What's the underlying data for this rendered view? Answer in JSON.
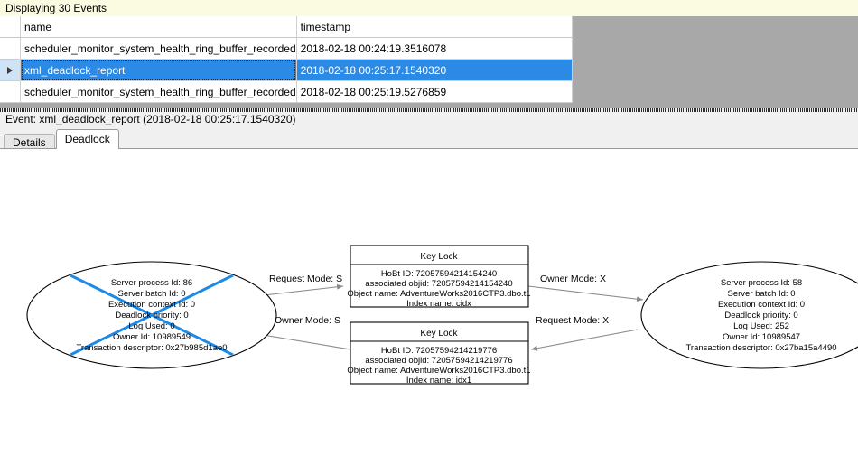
{
  "status_bar": {
    "text": "Displaying 30 Events"
  },
  "grid": {
    "columns": [
      {
        "key": "selector",
        "label": ""
      },
      {
        "key": "name",
        "label": "name"
      },
      {
        "key": "timestamp",
        "label": "timestamp"
      }
    ],
    "rows": [
      {
        "selected": false,
        "indicator": "",
        "name": "scheduler_monitor_system_health_ring_buffer_recorded",
        "timestamp": "2018-02-18 00:24:19.3516078"
      },
      {
        "selected": true,
        "indicator": "row-selector-arrow",
        "name": "xml_deadlock_report",
        "timestamp": "2018-02-18 00:25:17.1540320"
      },
      {
        "selected": false,
        "indicator": "",
        "name": "scheduler_monitor_system_health_ring_buffer_recorded",
        "timestamp": "2018-02-18 00:25:19.5276859"
      }
    ],
    "selection_color": "#2a8ae6",
    "selection_text_color": "#ffffff"
  },
  "detail": {
    "caption": "Event: xml_deadlock_report (2018-02-18 00:25:17.1540320)",
    "tabs": [
      {
        "label": "Details",
        "active": false
      },
      {
        "label": "Deadlock",
        "active": true
      }
    ]
  },
  "deadlock_graph": {
    "victim_color": "#1e8ae8",
    "processes": [
      {
        "id": "process-left",
        "is_victim": true,
        "lines": [
          "Server process Id: 86",
          "Server batch Id: 0",
          "Execution context Id: 0",
          "Deadlock priority: 0",
          "Log Used: 0",
          "Owner Id: 10989549",
          "Transaction descriptor: 0x27b985d1ae0"
        ]
      },
      {
        "id": "process-right",
        "is_victim": false,
        "lines": [
          "Server process Id: 58",
          "Server batch Id: 0",
          "Execution context Id: 0",
          "Deadlock priority: 0",
          "Log Used: 252",
          "Owner Id: 10989547",
          "Transaction descriptor: 0x27ba15a4490"
        ]
      }
    ],
    "resources": [
      {
        "id": "keylock-top",
        "title": "Key Lock",
        "lines": [
          "HoBt ID: 72057594214154240",
          "associated objid: 72057594214154240",
          "Object name: AdventureWorks2016CTP3.dbo.t1",
          "Index name: cidx"
        ]
      },
      {
        "id": "keylock-bottom",
        "title": "Key Lock",
        "lines": [
          "HoBt ID: 72057594214219776",
          "associated objid: 72057594214219776",
          "Object name: AdventureWorks2016CTP3.dbo.t1",
          "Index name: idx1"
        ]
      }
    ],
    "edges": [
      {
        "id": "edge-left-request",
        "label": "Request Mode: S",
        "from": "process-left",
        "to": "keylock-top"
      },
      {
        "id": "edge-right-owner",
        "label": "Owner Mode: X",
        "from": "keylock-top",
        "to": "process-right"
      },
      {
        "id": "edge-left-owner",
        "label": "Owner Mode: S",
        "from": "keylock-bottom",
        "to": "process-left"
      },
      {
        "id": "edge-right-request",
        "label": "Request Mode: X",
        "from": "process-right",
        "to": "keylock-bottom"
      }
    ]
  }
}
